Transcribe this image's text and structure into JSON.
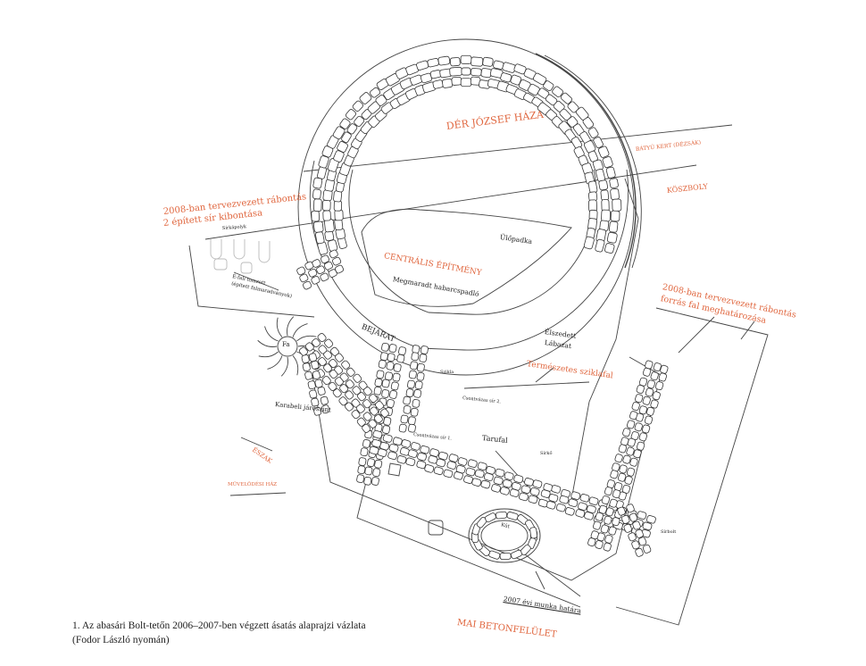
{
  "labels": {
    "der_jozsef_haza": "DÉR JÓZSEF HÁZA",
    "batyu_kert": "BÁTYÚ KERT (DÉZSÁK)",
    "koszboly": "KÖSZBOLY",
    "rabontas_1_line1": "2008-ban tervezvezett rábontás",
    "rabontas_1_line2": "2 épített sír kibontása",
    "sirkapolyk": "Sírkápolyk",
    "e_fali_line1": "É-fali tomzott",
    "e_fali_line2": "(épített falmaradványok)",
    "fa": "Fa",
    "centralis": "CENTRÁLIS ÉPÍTMÉNY",
    "habarcspadlo": "Megmaradt habarcspadló",
    "ulopadka": "Ülőpadka",
    "bejarat": "BEJÁRAT",
    "elszedett_line1": "Élszedett",
    "elszedett_line2": "Lábazat",
    "sziklafal": "Természetes sziklafal",
    "szikla": "Szikla",
    "sir2": "Csontvázas sír 2.",
    "sir1": "Csontvázas sír 1.",
    "jarosint": "Karabeli járószint",
    "tarufal": "Tarufal",
    "sirko": "Sírkő",
    "eszak": "ÉSZAK",
    "muvelodesi": "MŰVELŐDÉSI HÁZ",
    "kut": "Kút",
    "sirbolt": "Sírbolt",
    "munka_hatara": "2007 évi munka határa",
    "betonfelulet": "MAI BETONFELÜLET",
    "rabontas_2_line1": "2008-ban tervezvezett rábontás",
    "rabontas_2_line2": "forrás fal meghatározása"
  },
  "caption": {
    "line1": "1. Az abasári Bolt-tetőn 2006–2007-ben végzett ásatás alaprajzi vázlata",
    "line2": "(Fodor László nyomán)"
  },
  "colors": {
    "accent": "#e0663e",
    "ink": "#333333"
  }
}
